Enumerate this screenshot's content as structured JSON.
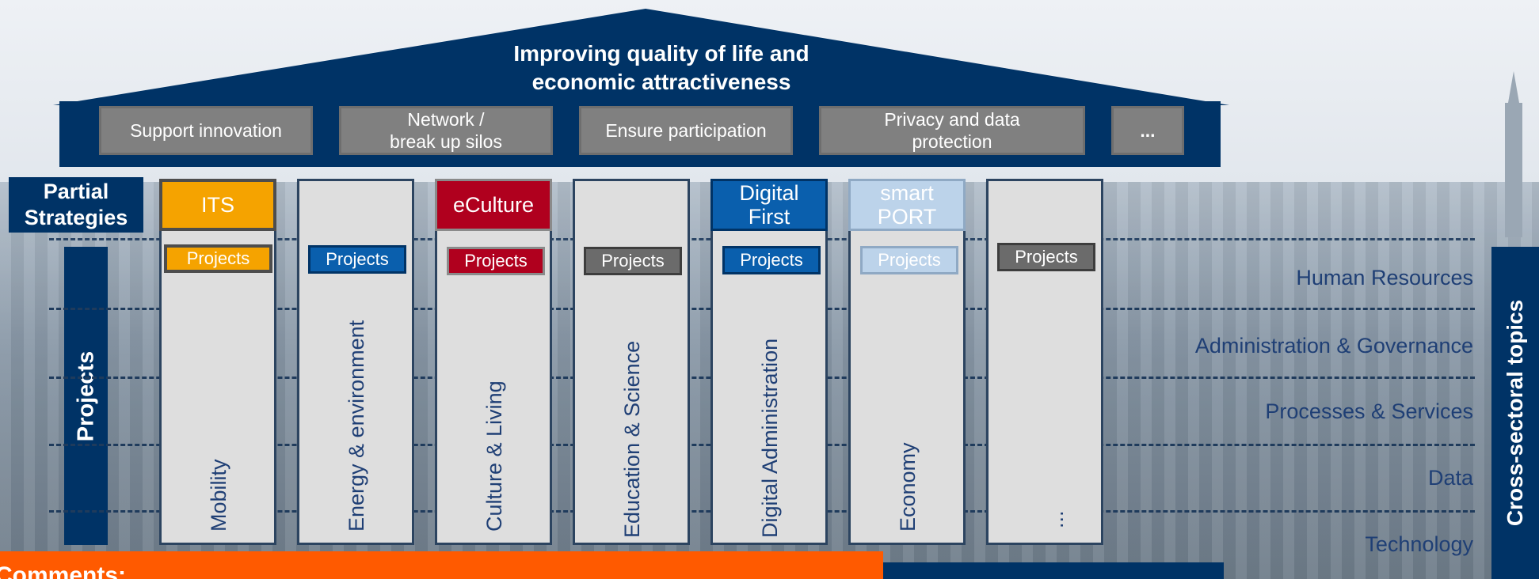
{
  "roof": {
    "title": "Improving quality of life and\neconomic attractiveness",
    "values": [
      {
        "label": "Support innovation"
      },
      {
        "label": "Network /\nbreak up silos"
      },
      {
        "label": "Ensure participation"
      },
      {
        "label": "Privacy and data\nprotection"
      },
      {
        "label": "..."
      }
    ]
  },
  "side_labels": {
    "partial_strategies": "Partial\nStrategies",
    "projects": "Projects",
    "cross_sectoral": "Cross-sectoral topics"
  },
  "pillars": [
    {
      "sector": "Mobility",
      "strategy": "ITS",
      "strategy_color": "#f5a300",
      "projects": "Projects",
      "projects_color": "#f5a300"
    },
    {
      "sector": "Energy & environment",
      "strategy": "",
      "strategy_color": "",
      "projects": "Projects",
      "projects_color": "#0a5fad"
    },
    {
      "sector": "Culture & Living",
      "strategy": "eCulture",
      "strategy_color": "#b0001e",
      "projects": "Projects",
      "projects_color": "#b0001e"
    },
    {
      "sector": "Education & Science",
      "strategy": "",
      "strategy_color": "",
      "projects": "Projects",
      "projects_color": "#6b6b6b"
    },
    {
      "sector": "Digital Administration",
      "strategy": "Digital\nFirst",
      "strategy_color": "#0a5fad",
      "projects": "Projects",
      "projects_color": "#0a5fad"
    },
    {
      "sector": "Economy",
      "strategy": "smart\nPORT",
      "strategy_color": "#bcd3ea",
      "projects": "Projects",
      "projects_color": "#bcd3ea"
    },
    {
      "sector": "...",
      "strategy": "",
      "strategy_color": "",
      "projects": "Projects",
      "projects_color": "#6b6b6b"
    }
  ],
  "cross_topics": [
    "Human Resources",
    "Administration & Governance",
    "Processes & Services",
    "Data",
    "Technology"
  ],
  "footer": {
    "comments": "Comments:"
  },
  "colors": {
    "navy": "#003366",
    "orange": "#ff5a00",
    "grey_box": "#808080"
  }
}
